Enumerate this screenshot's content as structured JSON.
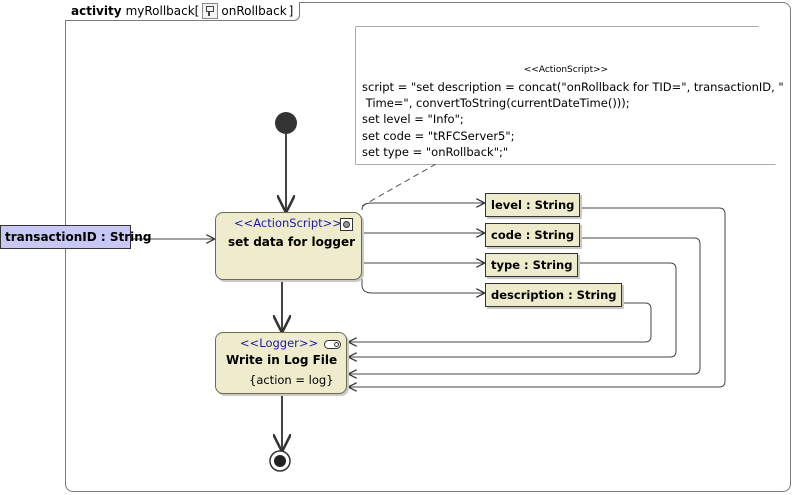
{
  "frame": {
    "keyword": "activity",
    "name": "myRollback[",
    "behavior": "onRollback",
    "close": "]"
  },
  "note": {
    "stereotype": "<<ActionScript>>",
    "body": "script = \"set description = concat(\"onRollback for TID=\", transactionID, \"\n Time=\", convertToString(currentDateTime()));\nset level = \"Info\";\nset code = \"tRFCServer5\";\nset type = \"onRollback\";\""
  },
  "parameter": {
    "label": "transactionID : String"
  },
  "action_set_data": {
    "stereotype": "<<ActionScript>>",
    "name": "set data for logger",
    "icon": "rake-icon"
  },
  "pins": [
    {
      "label": "level : String"
    },
    {
      "label": "code : String"
    },
    {
      "label": "type : String"
    },
    {
      "label": "description : String"
    }
  ],
  "action_logger": {
    "stereotype": "<<Logger>>",
    "name": "Write in Log File",
    "tag": "{action = log}",
    "icon": "logger-icon"
  },
  "colors": {
    "action_fill": "#eeeccd",
    "parameter_fill": "#c8c8f4",
    "stereotype_text": "#1a1aa6",
    "initial_node": "#333333"
  }
}
